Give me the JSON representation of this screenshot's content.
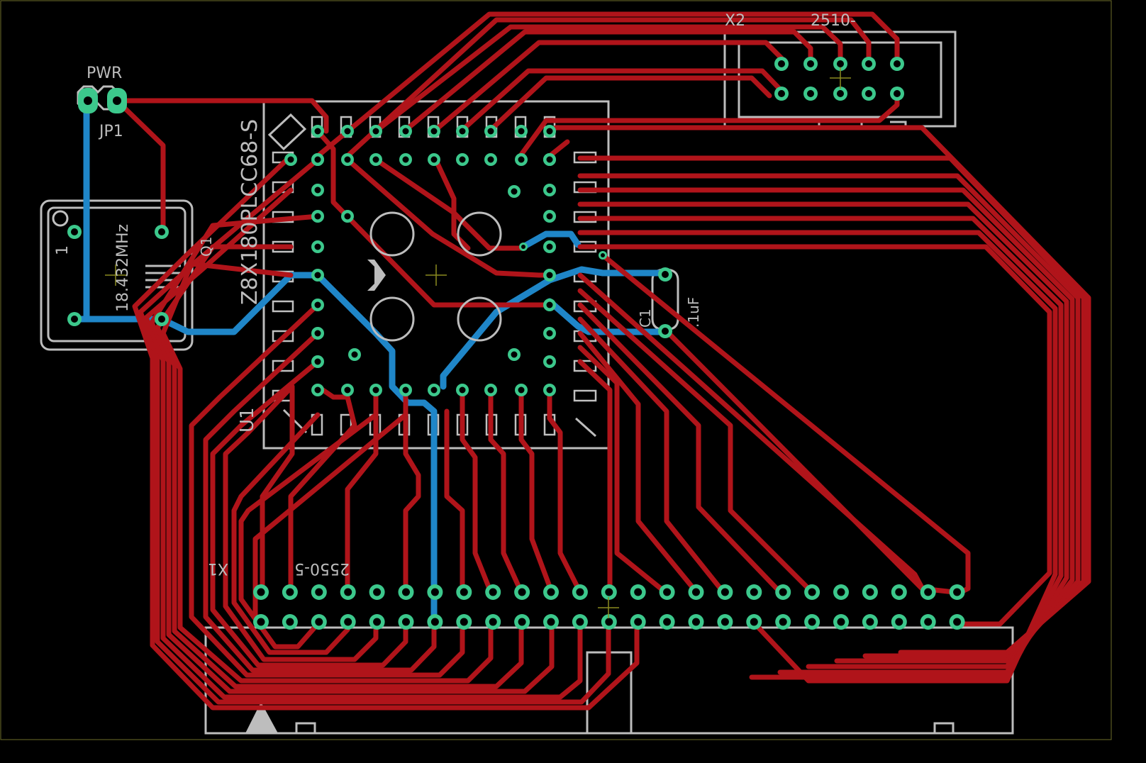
{
  "board": {
    "colors": {
      "background": "#000000",
      "top_trace": "#b0141a",
      "bottom_trace": "#1a7fc0",
      "silkscreen": "#c0c0c0",
      "pad": "#3cc88c",
      "drill": "#000000",
      "origin": "#7a7a00",
      "outline": "#8a8a30"
    },
    "labels": {
      "pwr": "PWR",
      "jp1": "JP1",
      "x2": "X2",
      "x2_part": "2510-",
      "ic_name": "Z8X180PLCC68-S",
      "u1": "U1",
      "q1": "Q1",
      "pin1": "1",
      "crystal": "18.432MHz",
      "c1": "C1",
      "c1_value": ".1uF",
      "x1": "X1",
      "x1_part": "2550-5"
    }
  }
}
